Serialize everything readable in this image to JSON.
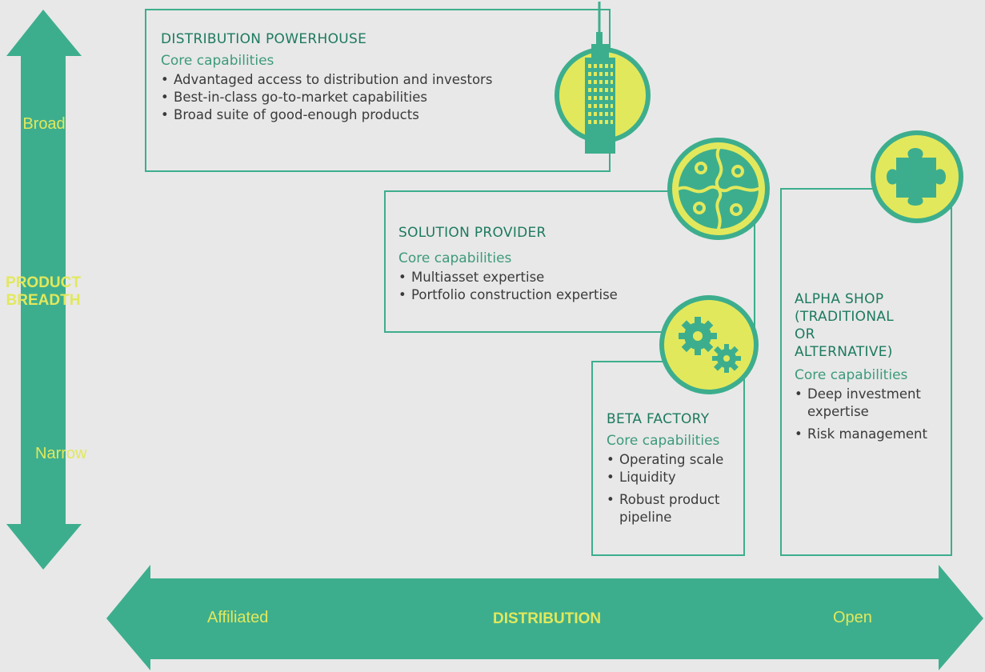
{
  "vertical_axis": {
    "label": "PRODUCT BREADTH",
    "top_label": "Broad",
    "bottom_label": "Narrow"
  },
  "horizontal_axis": {
    "label": "DISTRIBUTION",
    "left_label": "Affiliated",
    "right_label": "Open"
  },
  "boxes": {
    "distribution_powerhouse": {
      "title": "DISTRIBUTION POWERHOUSE",
      "subtitle": "Core capabilities",
      "items": [
        "Advantaged access to distribution and investors",
        "Best-in-class go-to-market capabilities",
        "Broad suite of good-enough products"
      ],
      "icon": "skyscraper-icon"
    },
    "solution_provider": {
      "title": "SOLUTION PROVIDER",
      "subtitle": "Core capabilities",
      "items": [
        "Multiasset expertise",
        "Portfolio construction expertise"
      ],
      "icon": "puzzle-icon"
    },
    "beta_factory": {
      "title": "BETA FACTORY",
      "subtitle": "Core capabilities",
      "items": [
        "Operating scale",
        "Liquidity",
        "Robust product pipeline"
      ],
      "icon": "gears-icon"
    },
    "alpha_shop": {
      "title": "ALPHA SHOP (TRADITIONAL OR ALTERNATIVE)",
      "subtitle": "Core capabilities",
      "items": [
        "Deep investment expertise",
        "Risk management"
      ],
      "icon": "puzzle-piece-icon"
    }
  },
  "colors": {
    "background": "#e8e8e8",
    "teal": "#3dae8d",
    "dark_teal": "#1d7a5f",
    "yellow": "#e2e85c"
  }
}
